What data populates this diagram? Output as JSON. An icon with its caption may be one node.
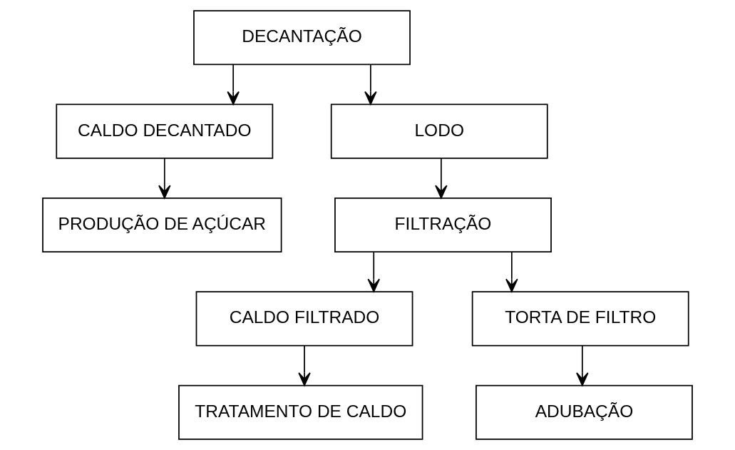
{
  "diagram": {
    "nodes": [
      {
        "text": [
          "DECANTAÇÃO"
        ]
      },
      {
        "text": [
          "CALDO DECANTADO"
        ]
      },
      {
        "text": [
          "LODO"
        ]
      },
      {
        "text": [
          "PRODUÇÃO DE AÇÚCAR"
        ]
      },
      {
        "text": [
          "FILTRAÇÃO"
        ]
      },
      {
        "text": [
          "CALDO FILTRADO"
        ]
      },
      {
        "text": [
          "TORTA DE FILTRO"
        ]
      },
      {
        "text": [
          "TRATAMENTO DE CALDO"
        ]
      },
      {
        "text": [
          "ADUBAÇÃO"
        ]
      }
    ],
    "edges": [
      {
        "from": 0,
        "to": 1,
        "arrow": "to"
      },
      {
        "from": 0,
        "to": 2,
        "arrow": "to"
      },
      {
        "from": 1,
        "to": 3,
        "arrow": "to"
      },
      {
        "from": 2,
        "to": 4,
        "arrow": "to"
      },
      {
        "from": 4,
        "to": 5,
        "arrow": "to"
      },
      {
        "from": 4,
        "to": 6,
        "arrow": "to"
      },
      {
        "from": 5,
        "to": 7,
        "arrow": "to"
      },
      {
        "from": 6,
        "to": 8,
        "arrow": "to"
      }
    ]
  }
}
